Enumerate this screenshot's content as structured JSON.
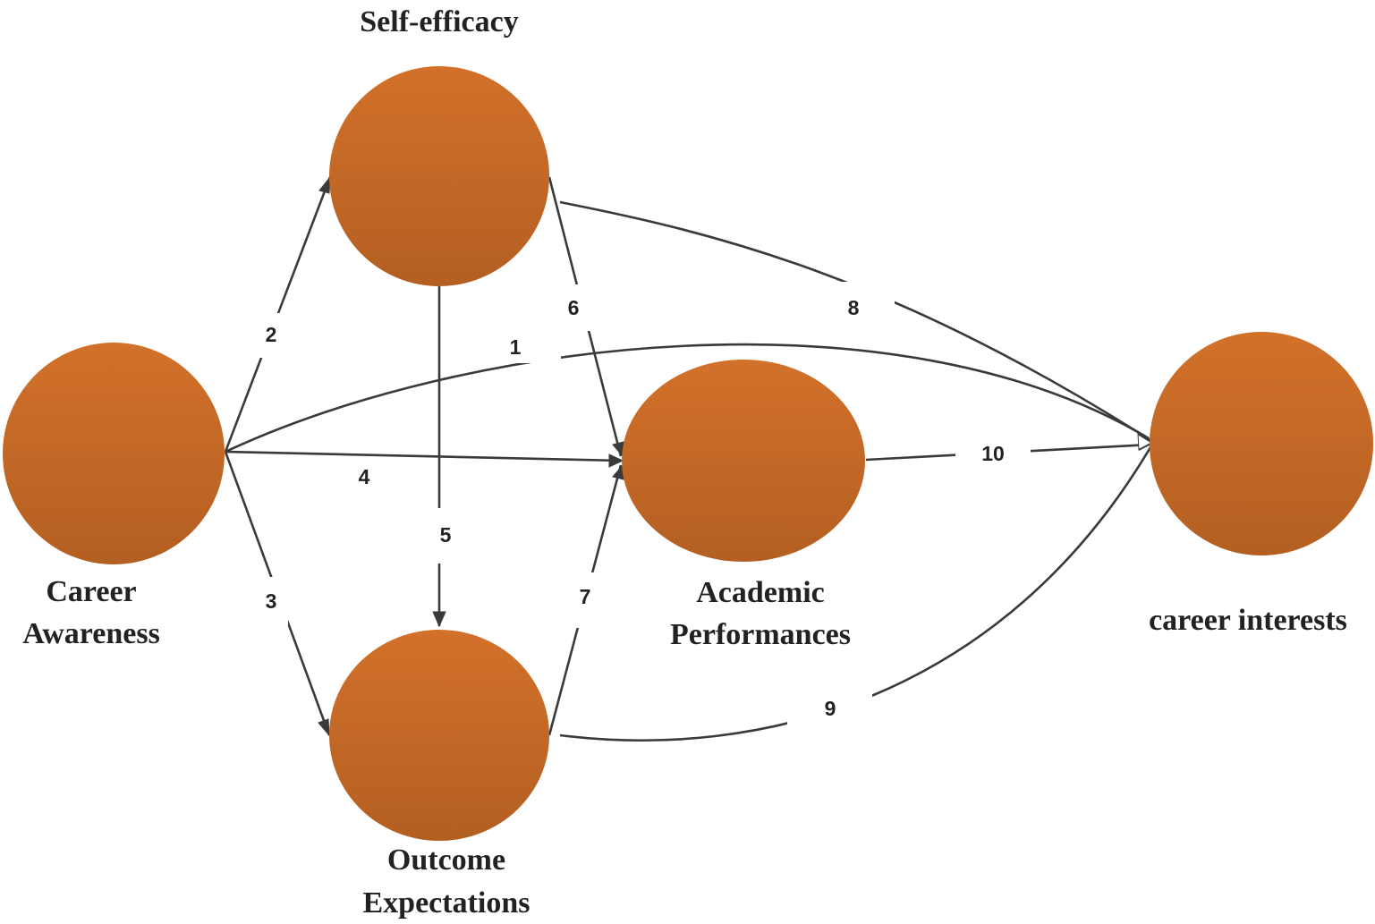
{
  "colors": {
    "node_top": "#d2712a",
    "node_bottom": "#b35f22",
    "edge": "#3a3a3a",
    "text": "#222222"
  },
  "nodes": {
    "self_efficacy": {
      "label": "Self-efficacy"
    },
    "career_awareness": {
      "label_lines": [
        "Career",
        "Awareness"
      ]
    },
    "academic_performances": {
      "label_lines": [
        "Academic",
        "Performances"
      ]
    },
    "outcome_expectations": {
      "label_lines": [
        "Outcome",
        "Expectations"
      ]
    },
    "career_interests": {
      "label": "career interests"
    }
  },
  "edges": [
    {
      "id": "1",
      "from": "Career Awareness",
      "to": "career interests"
    },
    {
      "id": "2",
      "from": "Career Awareness",
      "to": "Self-efficacy"
    },
    {
      "id": "3",
      "from": "Career Awareness",
      "to": "Outcome Expectations"
    },
    {
      "id": "4",
      "from": "Career Awareness",
      "to": "Academic Performances"
    },
    {
      "id": "5",
      "from": "Self-efficacy",
      "to": "Outcome Expectations"
    },
    {
      "id": "6",
      "from": "Self-efficacy",
      "to": "Academic Performances"
    },
    {
      "id": "7",
      "from": "Outcome Expectations",
      "to": "Academic Performances"
    },
    {
      "id": "8",
      "from": "Self-efficacy",
      "to": "career interests"
    },
    {
      "id": "9",
      "from": "Outcome Expectations",
      "to": "career interests"
    },
    {
      "id": "10",
      "from": "Academic Performances",
      "to": "career interests"
    }
  ]
}
